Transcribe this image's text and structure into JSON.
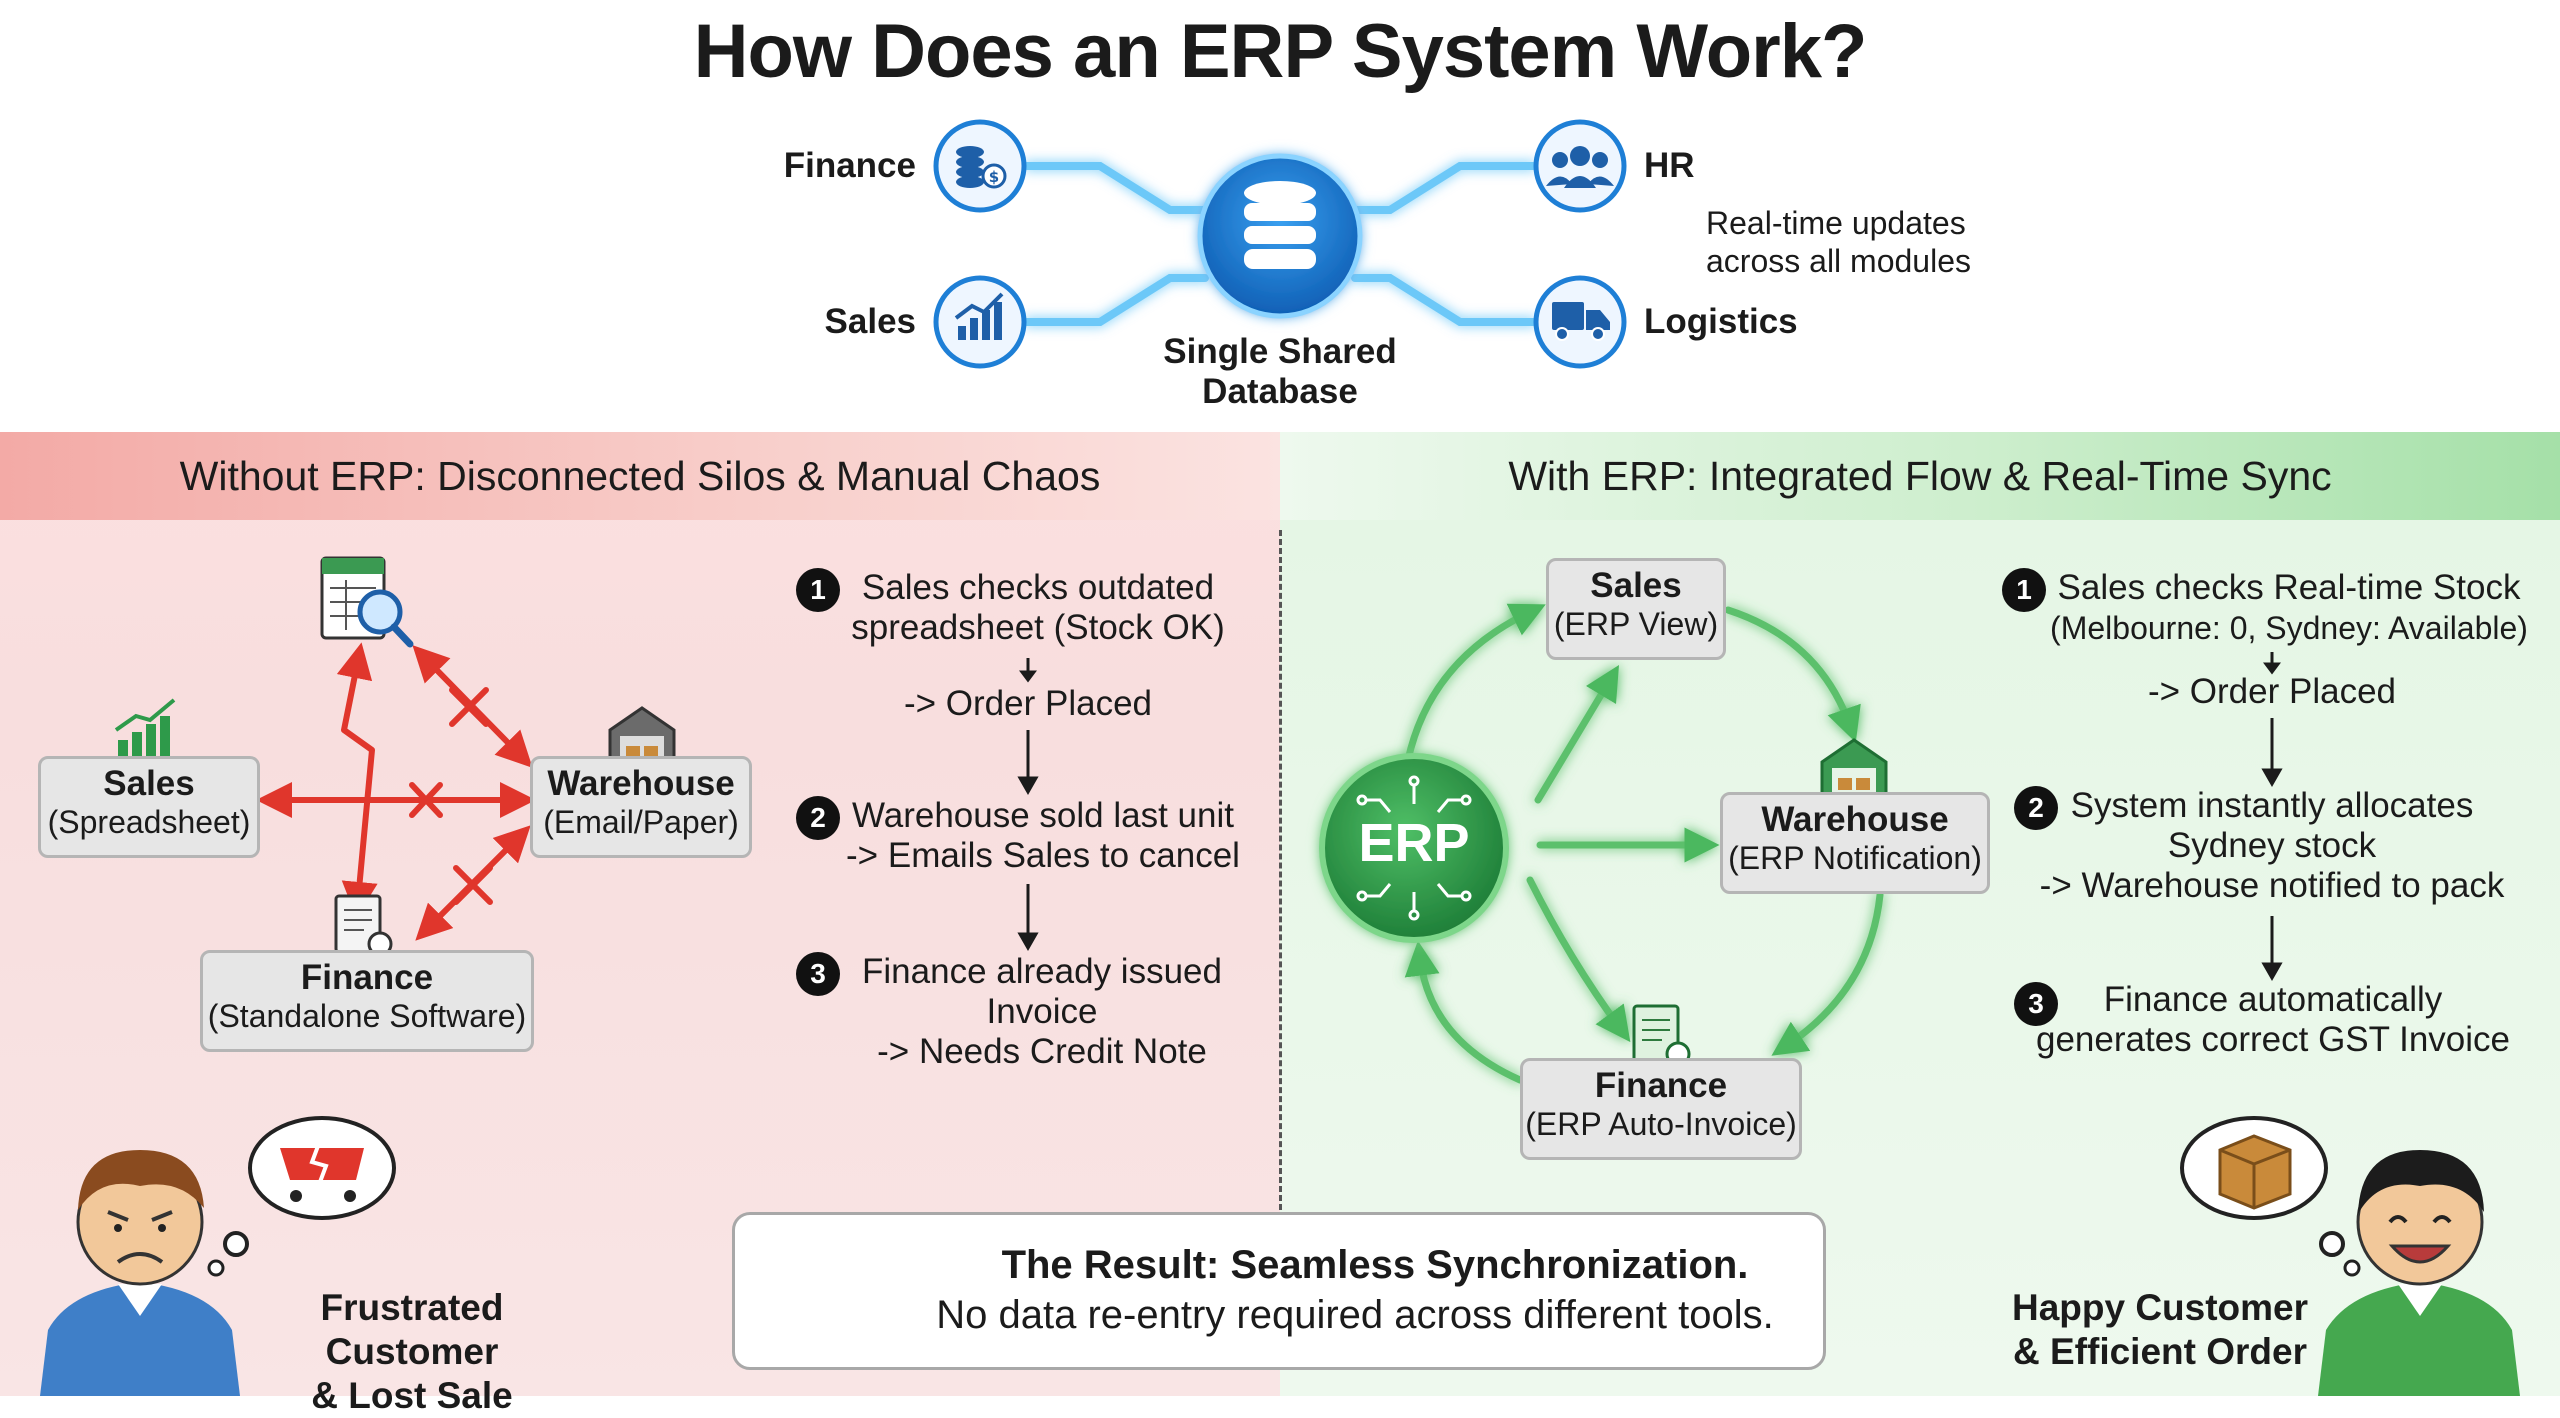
{
  "title": "How Does an ERP System Work?",
  "hub": {
    "center_line1": "Single Shared",
    "center_line2": "Database",
    "modules": {
      "finance": "Finance",
      "sales": "Sales",
      "hr": "HR",
      "logistics": "Logistics"
    },
    "note_line1": "Real-time updates",
    "note_line2": "across all modules"
  },
  "without": {
    "header": "Without ERP: Disconnected Silos & Manual Chaos",
    "sales_title": "Sales",
    "sales_sub": "(Spreadsheet)",
    "warehouse_title": "Warehouse",
    "warehouse_sub": "(Email/Paper)",
    "finance_title": "Finance",
    "finance_sub": "(Standalone Software)",
    "steps": [
      {
        "num": "1",
        "line1": "Sales checks outdated",
        "line2": "spreadsheet (Stock OK)",
        "line3": "-> Order Placed"
      },
      {
        "num": "2",
        "line1": "Warehouse sold last unit",
        "line2": "-> Emails Sales to cancel"
      },
      {
        "num": "3",
        "line1": "Finance already issued",
        "line2": "Invoice",
        "line3": "-> Needs Credit Note"
      }
    ],
    "person_line1": "Frustrated Customer",
    "person_line2": "& Lost Sale"
  },
  "with": {
    "header": "With ERP: Integrated Flow & Real-Time Sync",
    "erp_label": "ERP",
    "sales_title": "Sales",
    "sales_sub": "(ERP View)",
    "warehouse_title": "Warehouse",
    "warehouse_sub": "(ERP Notification)",
    "finance_title": "Finance",
    "finance_sub": "(ERP Auto-Invoice)",
    "steps": [
      {
        "num": "1",
        "line1": "Sales checks Real-time Stock",
        "line2": "(Melbourne: 0, Sydney: Available)",
        "line3": "-> Order Placed"
      },
      {
        "num": "2",
        "line1": "System instantly allocates",
        "line2": "Sydney stock",
        "line3": "-> Warehouse notified to pack"
      },
      {
        "num": "3",
        "line1": "Finance automatically",
        "line2": "generates correct GST Invoice"
      }
    ],
    "person_line1": "Happy Customer",
    "person_line2": "& Efficient Order"
  },
  "result": {
    "title": "The Result: Seamless Synchronization.",
    "subtitle": "No data re-entry required across different tools."
  },
  "colors": {
    "accent_blue": "#1e7fd6",
    "glow_blue": "#5bc0f8",
    "silo_red": "#e0362c",
    "erp_green": "#2e9a4a"
  }
}
